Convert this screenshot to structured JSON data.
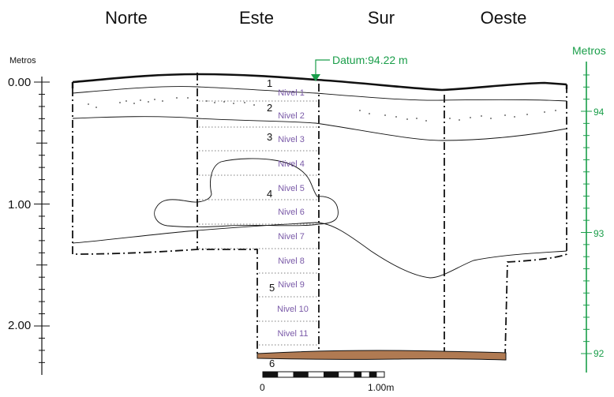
{
  "walls": [
    {
      "id": "norte",
      "label": "Norte"
    },
    {
      "id": "este",
      "label": "Este"
    },
    {
      "id": "sur",
      "label": "Sur"
    },
    {
      "id": "oeste",
      "label": "Oeste"
    }
  ],
  "depth_axis": {
    "title": "Metros",
    "ticks": [
      "0.00",
      "1.00",
      "2.00"
    ]
  },
  "elevation_axis": {
    "title": "Metros",
    "ticks": [
      "94",
      "93",
      "92"
    ]
  },
  "datum": {
    "label": "Datum:94.22 m"
  },
  "levels": [
    "Nivel 1",
    "Nivel 2",
    "Nivel 3",
    "Nivel 4",
    "Nivel 5",
    "Nivel 6",
    "Nivel 7",
    "Nivel 8",
    "Nivel 9",
    "Nivel 10",
    "Nivel 11"
  ],
  "strata": [
    "1",
    "2",
    "3",
    "4",
    "5",
    "6"
  ],
  "scale_bar": {
    "start_label": "0",
    "end_label": "1.00m"
  },
  "colors": {
    "datum_green": "#1a9e4a",
    "level_purple": "#7a5aa8",
    "bedrock_brown": "#b07a52",
    "line": "#111111"
  }
}
